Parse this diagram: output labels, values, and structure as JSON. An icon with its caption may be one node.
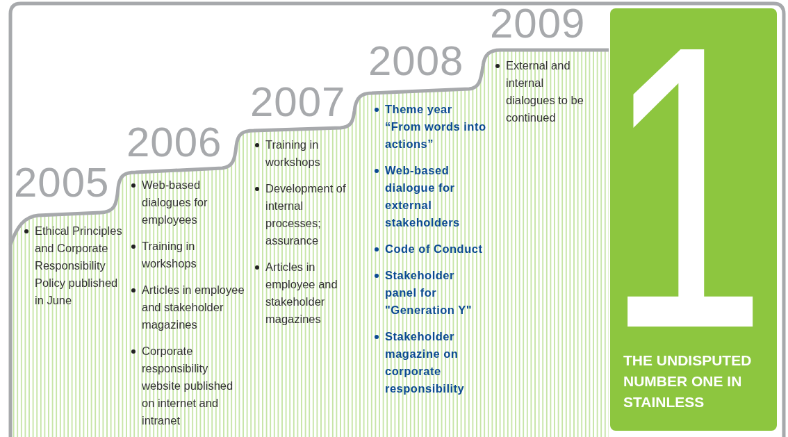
{
  "diagram": {
    "nodes": [
      {
        "text": [
          "2005",
          "Ethical Principles and Corporate Responsibility Policy published in June"
        ]
      },
      {
        "text": [
          "2006",
          "Web-based dialogues for employees",
          "Training in workshops",
          "Articles in employee and stakeholder magazines",
          "Corporate responsibility website published on internet and intranet"
        ]
      },
      {
        "text": [
          "2007",
          "Training in workshops",
          "Development of internal processes; assurance",
          "Articles in employee and stakeholder magazines"
        ]
      },
      {
        "text": [
          "2008",
          "Theme year “From words into actions”",
          "Web-based dialogue for external stakeholders",
          "Code of Conduct",
          "Stakeholder panel for \"Generation Y\"",
          "Stakeholder magazine on corporate responsibility"
        ]
      },
      {
        "text": [
          "2009",
          "External and internal dialogues to be continued"
        ]
      },
      {
        "text": [
          "1",
          "THE UNDISPUTED NUMBER ONE IN STAINLESS"
        ]
      }
    ]
  }
}
